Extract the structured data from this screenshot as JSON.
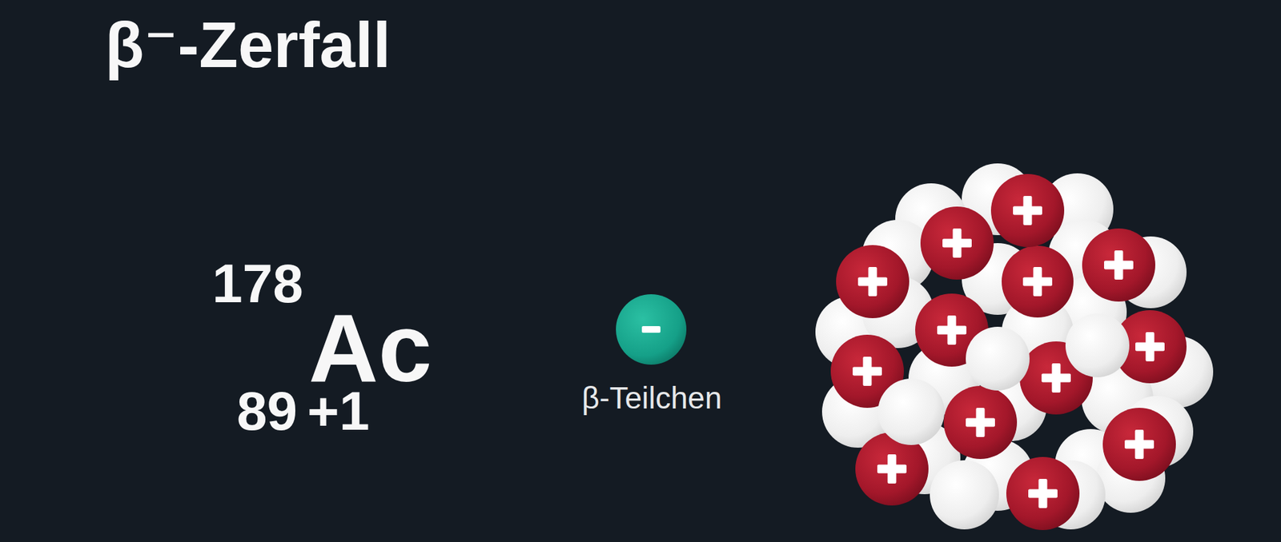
{
  "diagram": {
    "title": "β⁻-Zerfall",
    "labels": [
      "178",
      "Ac",
      "89",
      "+1",
      "β-Teilchen"
    ]
  }
}
